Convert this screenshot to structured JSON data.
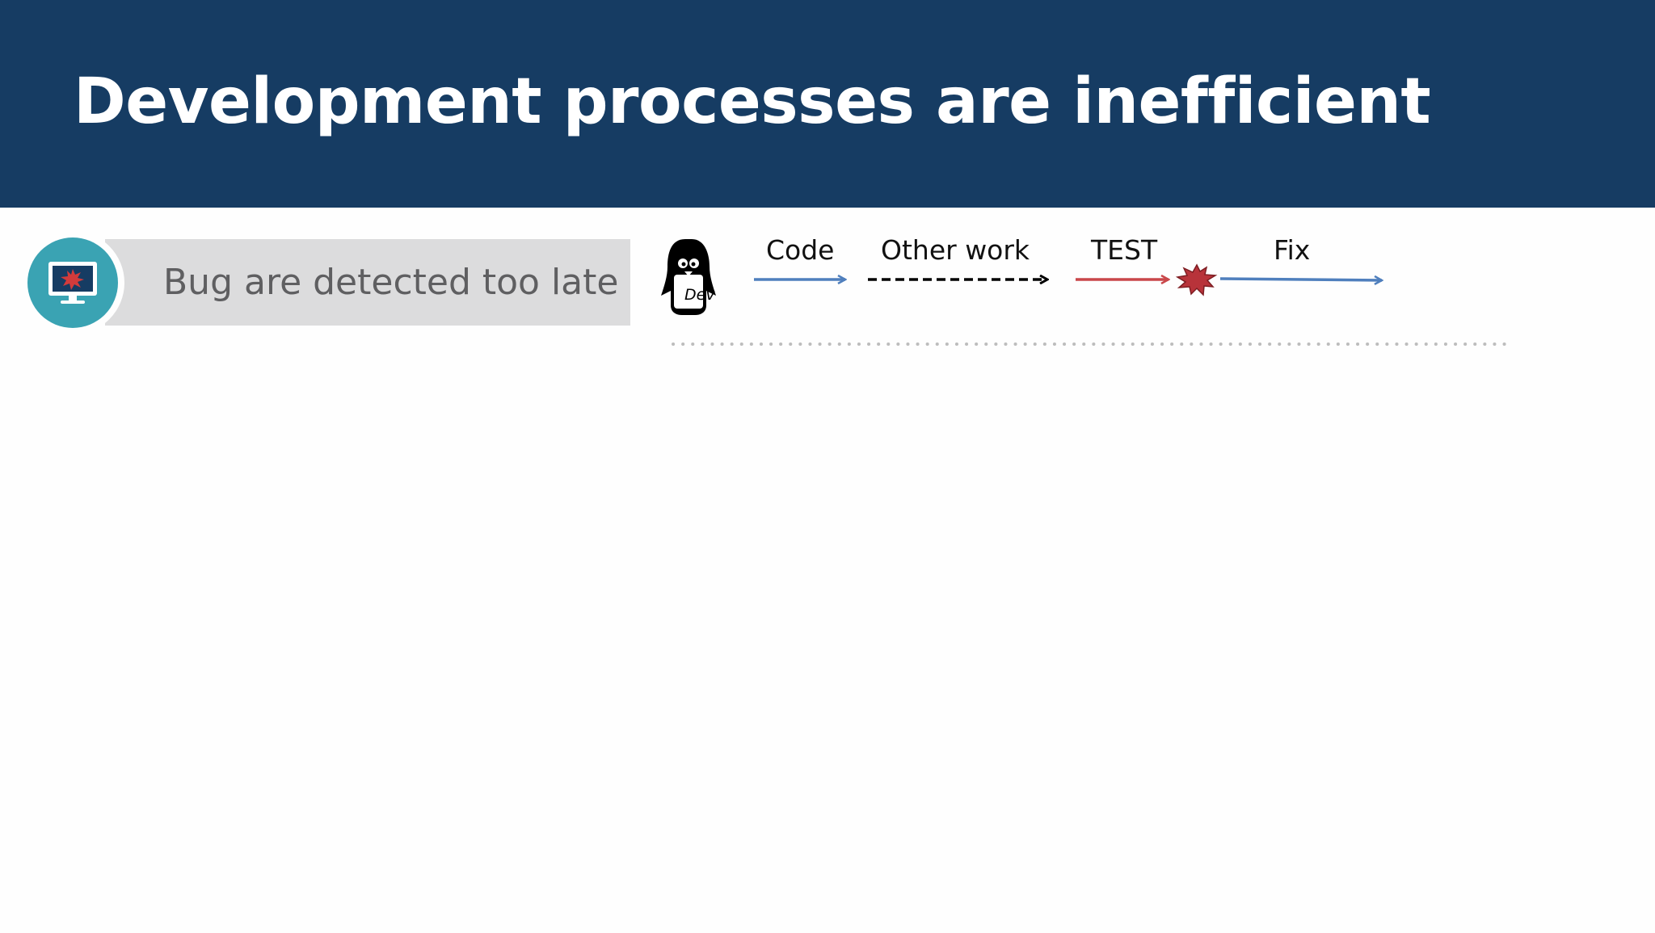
{
  "slide": {
    "title": "Development processes are inefficient"
  },
  "point": {
    "text": "Bug are detected too late",
    "icon": "monitor-bug-icon",
    "accent_color": "#3aa3b3"
  },
  "process": {
    "actor_label": "Dev",
    "actor_icon": "penguin-icon",
    "steps": [
      {
        "label": "Code",
        "color": "#4f7fbd",
        "style": "solid"
      },
      {
        "label": "Other work",
        "color": "#000000",
        "style": "dashed"
      },
      {
        "label": "TEST",
        "color": "#c9474a",
        "style": "solid"
      },
      {
        "label": "Fix",
        "color": "#4f7fbd",
        "style": "solid"
      }
    ],
    "bug_icon": "bug-splat-icon"
  },
  "colors": {
    "header": "#163c63",
    "band": "#dcdcdd",
    "divider": "#bdbdbd"
  }
}
